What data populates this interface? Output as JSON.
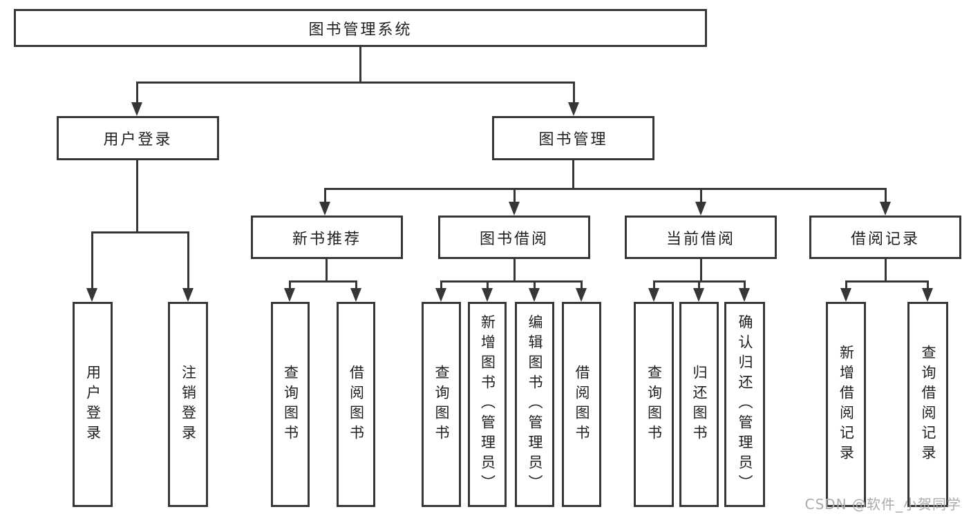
{
  "diagram": {
    "root": {
      "label": "图书管理系统"
    },
    "level2": [
      {
        "label": "用户登录"
      },
      {
        "label": "图书管理"
      }
    ],
    "level3": [
      {
        "label": "新书推荐"
      },
      {
        "label": "图书借阅"
      },
      {
        "label": "当前借阅"
      },
      {
        "label": "借阅记录"
      }
    ],
    "leaves": {
      "login": [
        "用户登录",
        "注销登录"
      ],
      "recommend": [
        "查询图书",
        "借阅图书"
      ],
      "borrow": [
        "查询图书",
        "新增图书（管理员）",
        "编辑图书（管理员）",
        "借阅图书"
      ],
      "current": [
        "查询图书",
        "归还图书",
        "确认归还（管理员）"
      ],
      "records": [
        "新增借阅记录",
        "查询借阅记录"
      ]
    }
  },
  "watermark": {
    "text": "CSDN @软件_小贺同学"
  },
  "colors": {
    "line": "#363636",
    "text": "#1f1f1f",
    "background": "#ffffff",
    "watermark": "#ababab"
  }
}
